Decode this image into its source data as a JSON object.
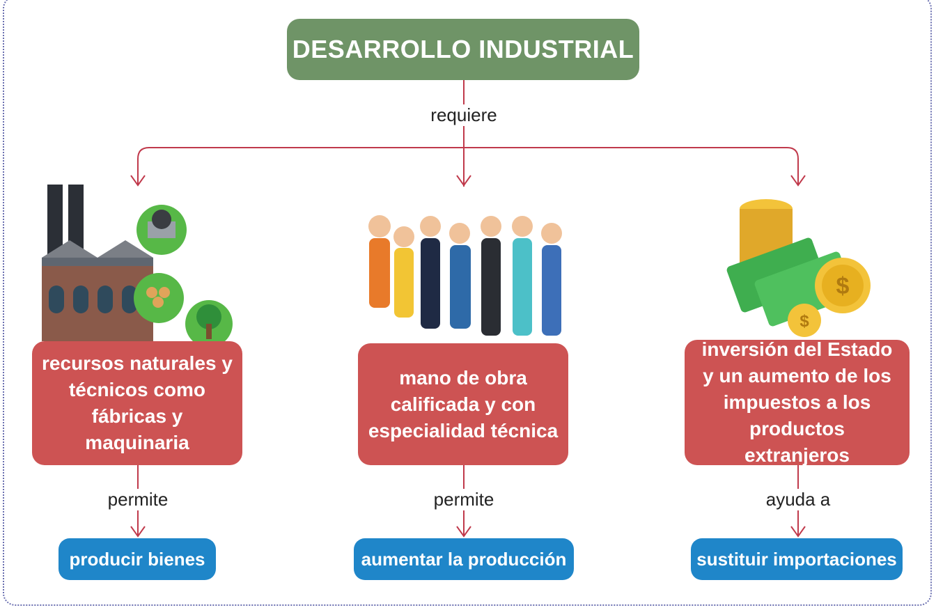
{
  "title": "DESARROLLO INDUSTRIAL",
  "root_connector": "requiere",
  "branches": [
    {
      "requirement": "recursos naturales y técnicos como fábricas y maquinaria",
      "connector": "permite",
      "result": "producir bienes",
      "illustration": "factory-icon"
    },
    {
      "requirement": "mano de obra calificada y con especialidad técnica",
      "connector": "permite",
      "result": "aumentar la producción",
      "illustration": "workers-icon"
    },
    {
      "requirement": "inversión del Estado y un aumento de los impuestos a los productos extranjeros",
      "connector": "ayuda a",
      "result": "sustituir importaciones",
      "illustration": "money-icon"
    }
  ],
  "colors": {
    "title_box": "#6f9467",
    "requirement_box": "#cd5353",
    "result_box": "#1f86c9",
    "connector_line": "#c0394b",
    "frame_border": "#6a6fb0"
  }
}
